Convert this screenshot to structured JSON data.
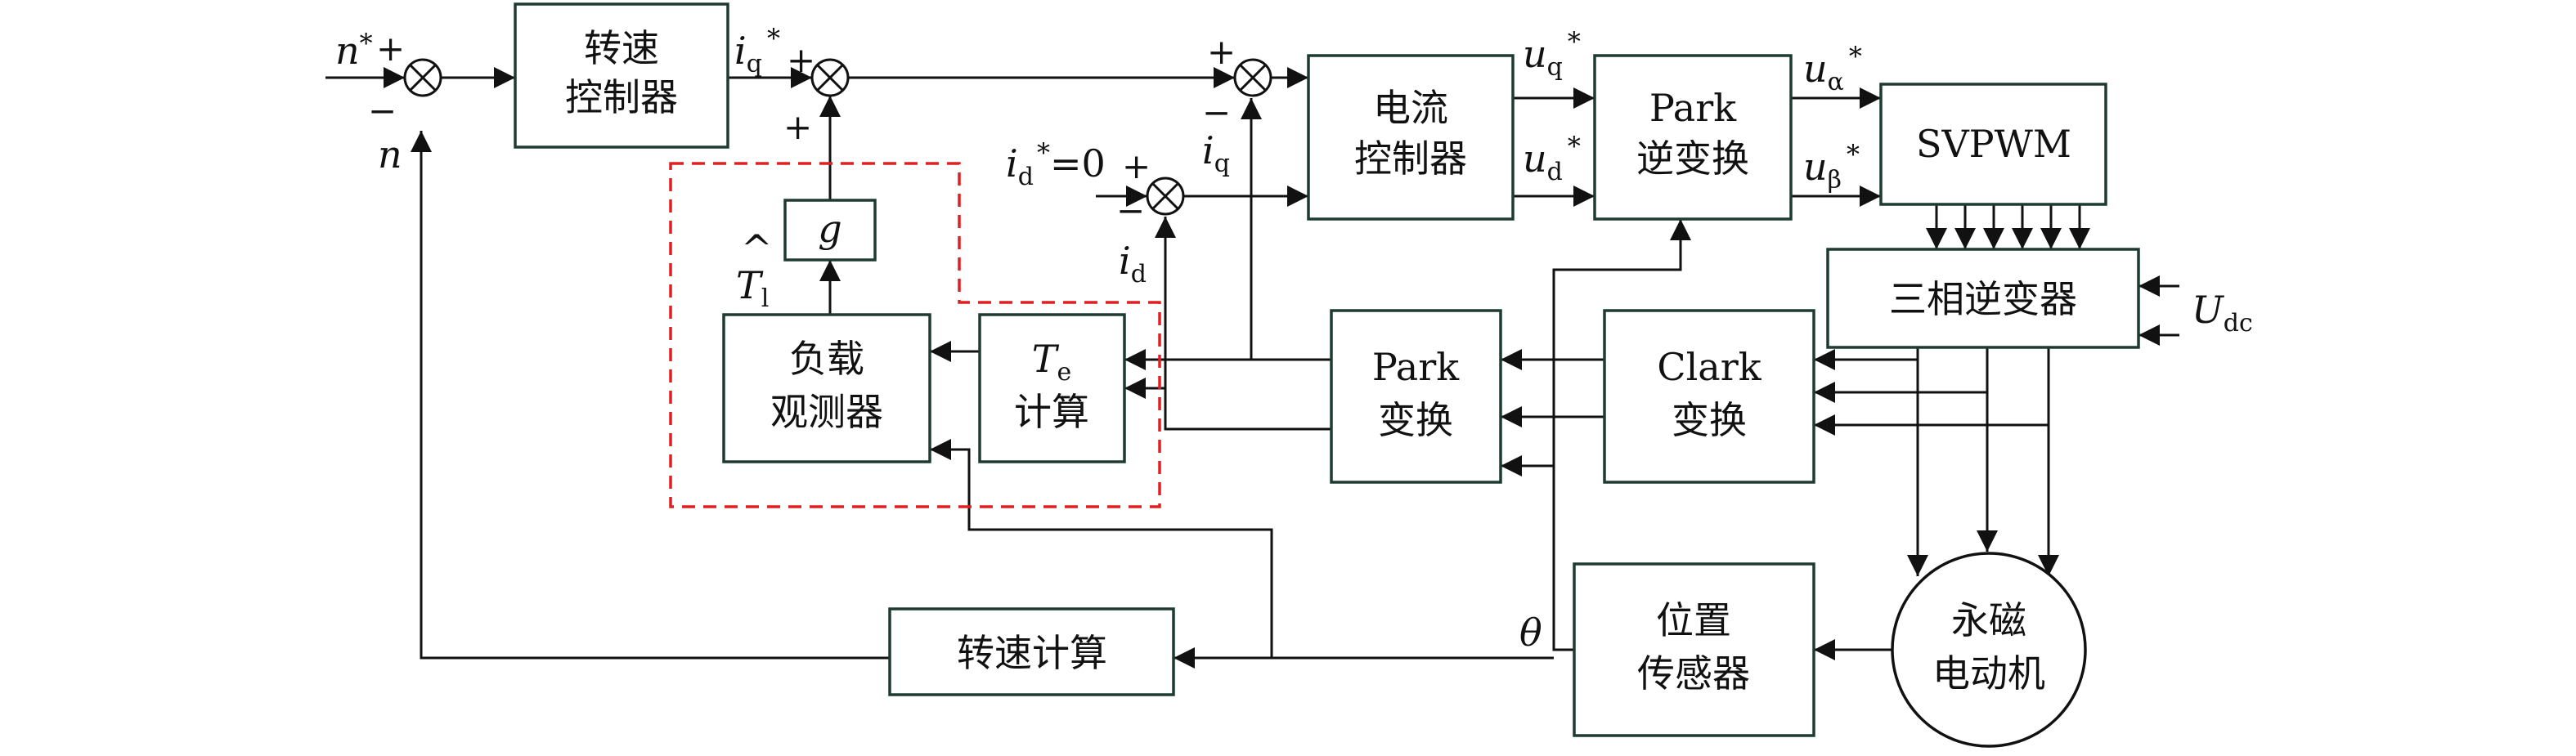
{
  "blocks": {
    "speed_controller": [
      "转速",
      "控制器"
    ],
    "current_controller": [
      "电流",
      "控制器"
    ],
    "inverse_park": [
      "Park",
      "逆变换"
    ],
    "svpwm": "SVPWM",
    "inverter": "三相逆变器",
    "park": [
      "Park",
      "变换"
    ],
    "clark": [
      "Clark",
      "变换"
    ],
    "load_observer": [
      "负载",
      "观测器"
    ],
    "te_calc_line2": "计算",
    "gain": "g",
    "speed_calc": "转速计算",
    "position_sensor": [
      "位置",
      "传感器"
    ],
    "motor": [
      "永磁",
      "电动机"
    ]
  },
  "signals": {
    "n_ref": "n",
    "n_fb": "n",
    "iq_ref": "i",
    "iq": "i",
    "id_ref": "i",
    "id_ref_value": "=0",
    "id": "i",
    "uq_ref": "u",
    "ud_ref": "u",
    "ualpha_ref": "u",
    "ubeta_ref": "u",
    "udc": "U",
    "theta": "θ",
    "tl_hat": "T",
    "te": "T",
    "star": "*",
    "hat": "^"
  },
  "subscripts": {
    "q": "q",
    "d": "d",
    "alpha": "α",
    "beta": "β",
    "dc": "dc",
    "l": "l",
    "e": "e"
  },
  "signs": {
    "plus": "+",
    "minus": "−"
  }
}
